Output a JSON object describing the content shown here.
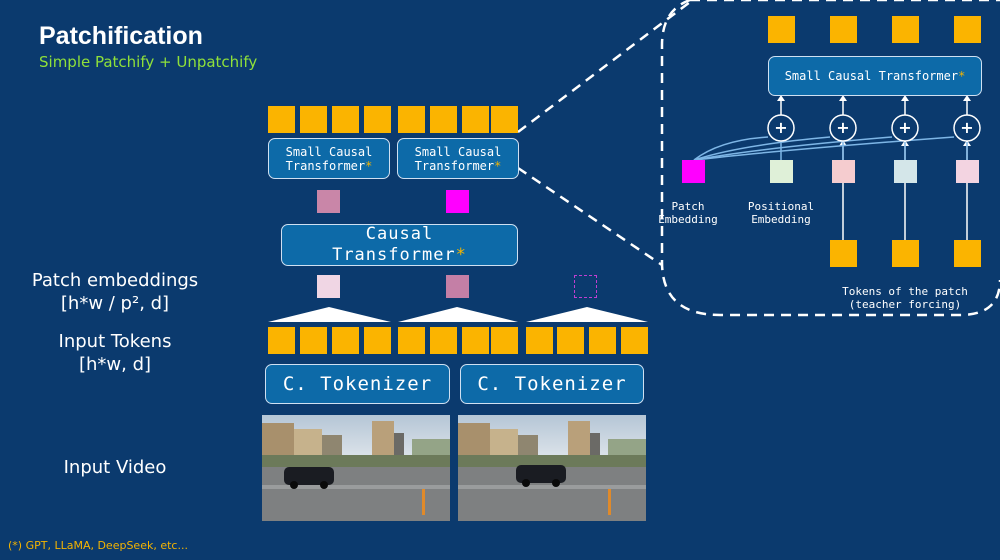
{
  "header": {
    "title": "Patchification",
    "subtitle": "Simple Patchify + Unpatchify"
  },
  "left_labels": {
    "patch_embeddings": [
      "Patch embeddings",
      "[h*w / p², d]"
    ],
    "input_tokens": [
      "Input Tokens",
      "[h*w, d]"
    ],
    "input_video": "Input Video"
  },
  "boxes": {
    "small_causal_transformer": [
      "Small Causal",
      "Transformer"
    ],
    "star": "*",
    "causal_transformer": [
      "Causal",
      "Transformer"
    ],
    "tokenizer": "C. Tokenizer",
    "zoom_small_causal_transformer": "Small Causal Transformer"
  },
  "zoom": {
    "patch_embedding_label": [
      "Patch",
      "Embedding"
    ],
    "positional_embedding_label": [
      "Positional",
      "Embedding"
    ],
    "plus_symbol": "+",
    "tokens_label": [
      "Tokens of the patch",
      "(teacher forcing)"
    ]
  },
  "footnote": "(*) GPT, LLaMA, DeepSeek, etc...",
  "colors": {
    "background": "#0b3a6e",
    "token": "#fbb400",
    "box_fill": "#0d6aa8",
    "subtitle": "#8fe03a",
    "patch_embed_1": "#c986a8",
    "patch_embed_2": "#ff00ff",
    "patch_embed_input_1": "#f0d6e4",
    "patch_embed_input_2": "#c47fa6",
    "patch_embed_missing": "#c03fd0",
    "pos_embed_1": "#dff0d8",
    "pos_embed_2": "#f5cccf",
    "pos_embed_3": "#d4e6e9",
    "pos_embed_4": "#f3d4e1"
  }
}
